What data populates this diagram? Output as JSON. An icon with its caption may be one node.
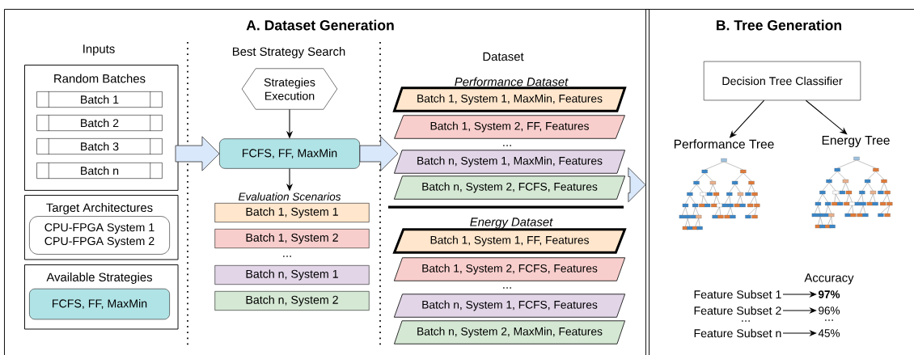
{
  "diagram": {
    "nodes": [
      {
        "text": [
          "A. Dataset Generation"
        ]
      },
      {
        "text": [
          "Random Batches"
        ],
        "in": 0
      },
      {
        "text": [
          "Batch 1"
        ],
        "in": 1
      },
      {
        "text": [
          "Batch 2"
        ],
        "in": 1
      },
      {
        "text": [
          "Batch 3"
        ],
        "in": 1
      },
      {
        "text": [
          "Batch n"
        ],
        "in": 1
      },
      {
        "text": [
          "Target Architectures"
        ],
        "in": 0
      },
      {
        "text": [
          "CPU-FPGA System 1",
          "CPU-FPGA System 2"
        ],
        "in": 6
      },
      {
        "text": [
          "Available Strategies"
        ],
        "in": 0
      },
      {
        "text": [
          "FCFS, FF, MaxMin"
        ],
        "in": 8
      },
      {
        "text": [
          "Strategies Execution"
        ],
        "in": 0
      },
      {
        "text": [
          "FCFS, FF, MaxMin"
        ],
        "in": 0
      },
      {
        "text": [
          "Evaluation Scenarios"
        ],
        "in": 0
      },
      {
        "text": [
          "Batch 1, System 1"
        ],
        "in": 0
      },
      {
        "text": [
          "Batch 1, System 2"
        ],
        "in": 0
      },
      {
        "text": [
          "Batch n, System 1"
        ],
        "in": 0
      },
      {
        "text": [
          "Batch n, System 2"
        ],
        "in": 0
      },
      {
        "text": [
          "Batch 1, System 1, MaxMin, Features"
        ],
        "in": 0
      },
      {
        "text": [
          "Batch 1, System 2, FF, Features"
        ],
        "in": 0
      },
      {
        "text": [
          "Batch n, System 1, MaxMin, Features"
        ],
        "in": 0
      },
      {
        "text": [
          "Batch n, System 2, FCFS, Features"
        ],
        "in": 0
      },
      {
        "text": [
          "Batch 1, System 1, FF, Features"
        ],
        "in": 0
      },
      {
        "text": [
          "Batch 1, System 2, FCFS, Features"
        ],
        "in": 0
      },
      {
        "text": [
          "Batch n, System 1, FCFS, Features"
        ],
        "in": 0
      },
      {
        "text": [
          "Batch n, System 2, MaxMin, Features"
        ],
        "in": 0
      },
      {
        "text": [
          "B. Tree Generation"
        ]
      },
      {
        "text": [
          "Decision Tree Classifier"
        ],
        "in": 25
      },
      {
        "text": [
          "Performance Tree"
        ],
        "in": 25
      },
      {
        "text": [
          "Energy Tree"
        ],
        "in": 25
      },
      {
        "text": [
          "Feature Subset 1"
        ],
        "in": 25
      },
      {
        "text": [
          "97%"
        ],
        "in": 25
      },
      {
        "text": [
          "Feature Subset 2"
        ],
        "in": 25
      },
      {
        "text": [
          "96%"
        ],
        "in": 25
      },
      {
        "text": [
          "Feature Subset n"
        ],
        "in": 25
      },
      {
        "text": [
          "45%"
        ],
        "in": 25
      }
    ],
    "edges": [
      {
        "from": null,
        "to": 11,
        "arrow": "to",
        "style": "thick",
        "color": "#dae8fc"
      },
      {
        "from": 11,
        "to": 19,
        "arrow": "to",
        "style": "thick",
        "color": "#dae8fc"
      },
      {
        "from": 0,
        "to": 25,
        "arrow": "to",
        "style": "thick",
        "color": "#dae8fc"
      },
      {
        "from": 10,
        "to": 11,
        "arrow": "to"
      },
      {
        "from": 11,
        "to": 12,
        "arrow": "to"
      },
      {
        "from": 26,
        "to": 27,
        "arrow": "to"
      },
      {
        "from": 26,
        "to": 28,
        "arrow": "to"
      },
      {
        "from": 29,
        "to": 30,
        "arrow": "to"
      },
      {
        "from": 31,
        "to": 32,
        "arrow": "to"
      },
      {
        "from": 33,
        "to": 34,
        "arrow": "to"
      }
    ],
    "labels": [
      "Inputs",
      "Best Strategy Search",
      "...",
      "Dataset",
      "Performance Dataset",
      "...",
      "Energy Dataset",
      "...",
      "Accuracy",
      "...",
      "..."
    ]
  }
}
